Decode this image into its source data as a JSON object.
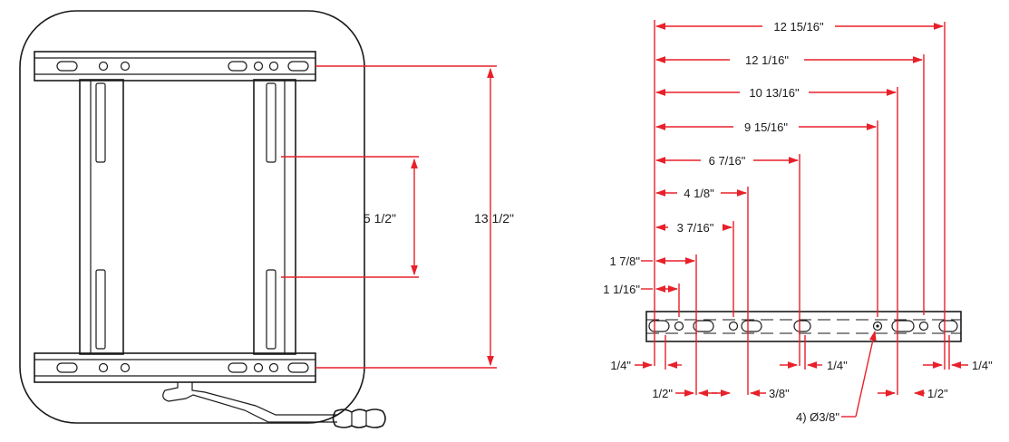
{
  "colors": {
    "ink": "#1a1a1a",
    "dimension": "#e8202a",
    "background": "#ffffff"
  },
  "front_view": {
    "dimensions": {
      "rail_spacing": "5 1/2\"",
      "overall_height": "13 1/2\""
    }
  },
  "side_view": {
    "top_dimensions": [
      "12 15/16\"",
      "12 1/16\"",
      "10 13/16\"",
      "9 15/16\"",
      "6 7/16\"",
      "4 1/8\"",
      "3 7/16\"",
      "1 7/8\"",
      "1 1/16\""
    ],
    "bottom_dimensions": [
      "1/4\"",
      "1/4\"",
      "1/4\"",
      "1/2\"",
      "3/8\"",
      "1/2\""
    ],
    "hole_callout": "4) Ø3/8\""
  }
}
